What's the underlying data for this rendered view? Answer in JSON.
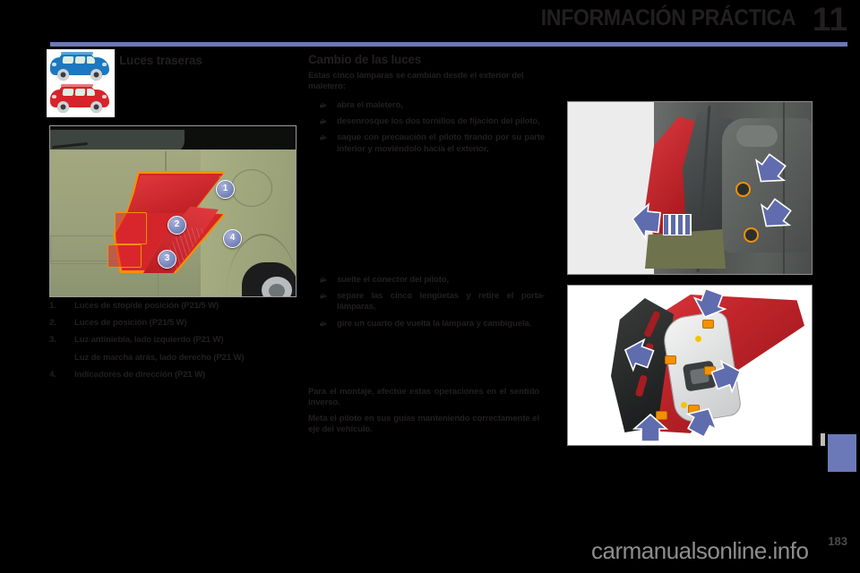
{
  "header": {
    "title": "INFORMACIÓN PRÁCTICA",
    "chapter": "11",
    "rule_color": "#6b79b8"
  },
  "col_left": {
    "section_title": "Luces traseras",
    "vehicle_icons": [
      "blue-car-icon",
      "red-car-icon"
    ],
    "figure": {
      "name": "rear-light-photo",
      "callouts": [
        "1",
        "2",
        "3",
        "4"
      ]
    },
    "list": [
      {
        "num": "1.",
        "text": "Luces de stop/de posición (P21/5 W)"
      },
      {
        "num": "2.",
        "text": "Luces de posición (P21/5 W)"
      },
      {
        "num": "3.",
        "text": "Luz antiniebla, lado izquierdo (P21 W)",
        "sub": "Luz de marcha atrás, lado derecho (P21 W)"
      },
      {
        "num": "4.",
        "text": "Indicadores de dirección (P21 W)"
      }
    ]
  },
  "col_mid": {
    "section_title": "Cambio de las luces",
    "intro": "Estas cinco lámparas se cambian desde el exterior del maletero:",
    "bullets_top": [
      "abra el maletero,",
      "desenrosque los dos tornillos de fijación del piloto,",
      "saque con precaución el piloto tirando por su parte inferior y moviéndolo hacia el exterior,"
    ],
    "bullets_bottom": [
      "suelte el conector del piloto,",
      "separe las cinco lengüetas y retire el porta-lámparas,",
      "gire un cuarto de vuelta la lámpara y cambíguela."
    ],
    "closing_1": "Para el montaje, efectúe estas operaciones en el sentido inverso.",
    "closing_2": "Meta el piloto en sus guías manteniendo correctamente el eje del vehículo."
  },
  "col_right": {
    "figure_1": {
      "name": "tail-light-screws-illustration",
      "arrow_count": 3
    },
    "figure_2": {
      "name": "lamp-holder-tabs-illustration",
      "arrow_count": 5
    }
  },
  "footer": {
    "watermark": "carmanualsonline.info",
    "page_number": "183"
  }
}
